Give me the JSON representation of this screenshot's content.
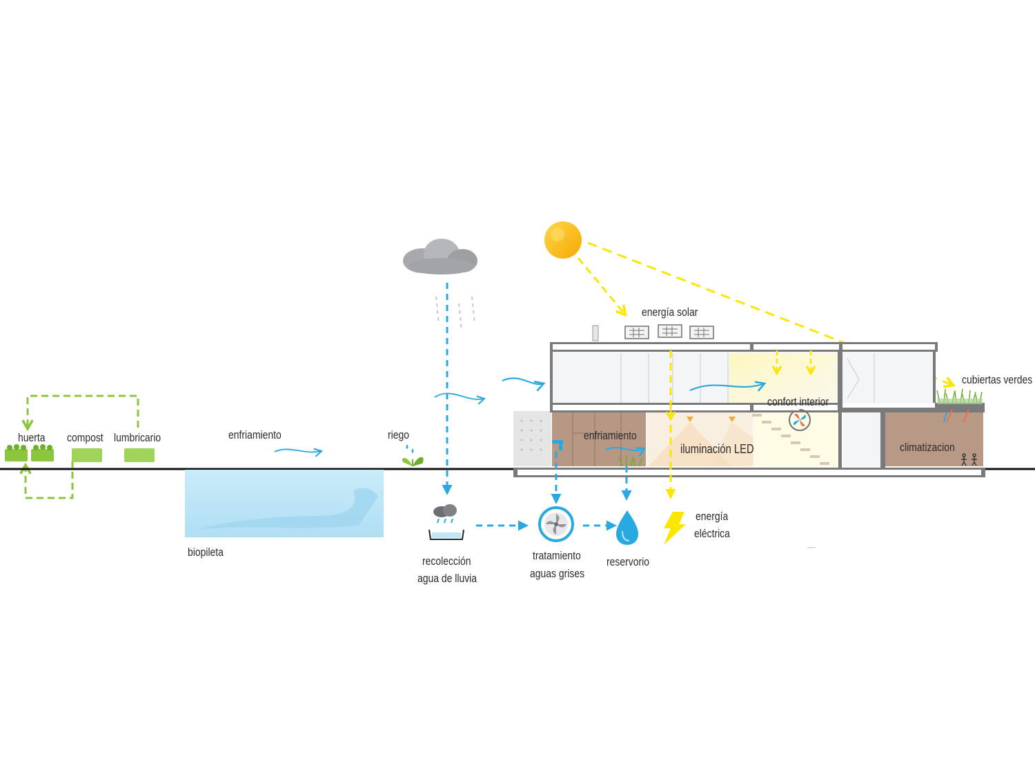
{
  "labels": {
    "huerta": "huerta",
    "compost": "compost",
    "lumbricario": "lumbricario",
    "enfriamiento_exterior": "enfriamiento",
    "biopileta": "biopileta",
    "riego": "riego",
    "energia_solar": "energía solar",
    "cubiertas_verdes": "cubiertas verdes",
    "confort_interior": "confort interior",
    "enfriamiento_interior": "enfriamiento",
    "iluminacion_led": "iluminación LED",
    "climatizacion": "climatizacion",
    "recoleccion_1": "recolección",
    "recoleccion_2": "agua de lluvia",
    "tratamiento_1": "tratamiento",
    "tratamiento_2": "aguas grises",
    "reservorio": "reservorio",
    "energia_electrica_1": "energía",
    "energia_electrica_2": "eléctrica"
  },
  "icons": {
    "sun": "sun-icon",
    "cloud": "cloud-icon",
    "solar_panels": "solar-panel-icon",
    "rain_collector": "rain-collector-icon",
    "treatment": "fan-filter-icon",
    "reservoir": "water-drop-icon",
    "electricity": "lightning-bolt-icon",
    "comfort": "fan-comfort-icon",
    "irrigation": "sprout-icon",
    "tap": "faucet-icon"
  },
  "colors": {
    "water": "#29a9e1",
    "solar": "#fbe600",
    "compost": "#8cc63f",
    "sun": "#f9b800",
    "pool": "#bfe6f7",
    "structure": "#7a7a7a"
  }
}
